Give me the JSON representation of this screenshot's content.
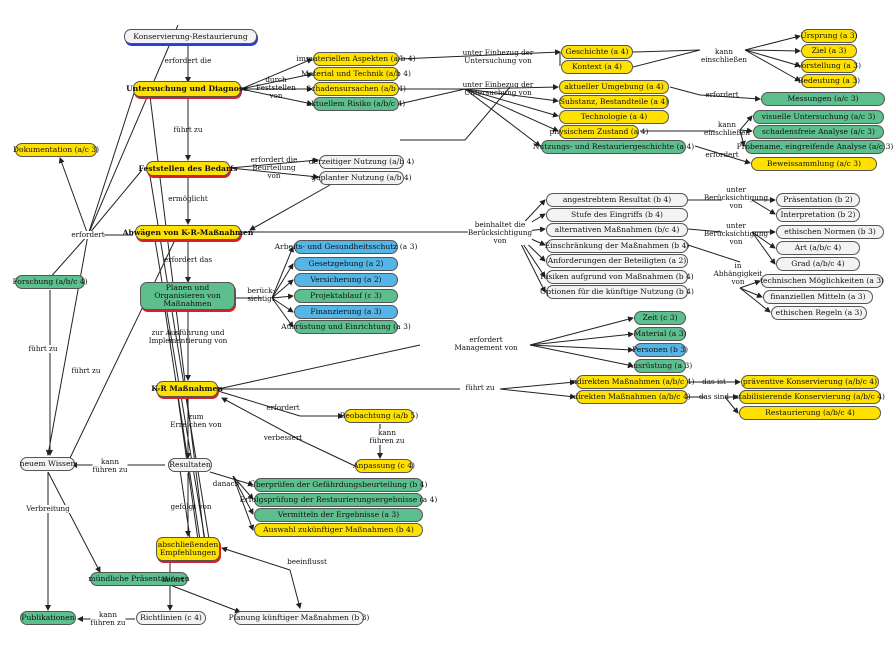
{
  "nodes": {
    "konservierung": "Konservierung-Restaurierung",
    "untersuchung": "Untersuchung und Diagnose",
    "feststellen_bedarf": "Feststellen des Bedarfs",
    "abwaegen": "Abwägen von K-R-Maßnahmen",
    "planen": "Planen und Organisieren von Maßnahmen",
    "kr_massnahmen": "K-R Maßnahmen",
    "resultaten": "Resultaten",
    "empfehlungen": "abschließenden Empfehlungen",
    "richtlinien": "Richtlinien (c 4)",
    "planung_kuenftig": "Planung künftiger Maßnahmen (b 3)",
    "dokumentation": "Dokumentation (a/c 3)",
    "forschung": "Forschung (a/b/c 4)",
    "neuem_wissen": "neuem Wissen",
    "publikationen": "Publikationen",
    "muendliche": "mündliche Präsentationen",
    "immateriellen": "immateriellen Aspekten (a/b 4)",
    "material_technik": "Material und Technik (a/b 4)",
    "schadensursachen": "Schadensursachen (a/b 4)",
    "aktuellem_risiko": "aktuellem Risiko (a/b/c 4)",
    "geschichte": "Geschichte (a 4)",
    "kontext": "Kontext (a 4)",
    "ursprung": "Ursprung (a 3)",
    "ziel": "Ziel (a 3)",
    "vorstellung": "Vorstellung (a 3)",
    "bedeutung": "Bedeutung (a 3)",
    "aktueller_umgebung": "aktueller Umgebung (a 4)",
    "substanz": "Substanz, Bestandteile (a 4)",
    "technologie": "Technologie (a 4)",
    "physischem_zustand": "physischem Zustand (a 4)",
    "nutzungsgeschichte": "Nutzungs- und Restauriergeschichte (a 4)",
    "messungen": "Messungen (a/c 3)",
    "visuelle": "visuelle Untersuchung (a/c 3)",
    "schadensfreie": "schadensfreie Analyse (a/c 3)",
    "probename": "Probename, eingreifende Analyse (a/c 3)",
    "beweissammlung": "Beweissammlung (a/c 3)",
    "derzeitiger_nutzung": "derzeitiger Nutzung (a/b 4)",
    "geplanter_nutzung": "geplanter Nutzung (a/b 4)",
    "resultat": "angestrebtem Resultat (b 4)",
    "stufe_eingriffs": "Stufe des Eingriffs (b 4)",
    "alternativen": "alternativen Maßnahmen (b/c 4)",
    "einschraenkung": "Einschränkung der Maßnahmen (b 4)",
    "anforderungen": "Anforderungen der Beteiligten (a 2)",
    "risiken": "Risiken aufgrund von Maßnahmen (b 4)",
    "optionen": "Optionen für die künftige Nutzung (b 4)",
    "praesentation": "Präsentation (b 2)",
    "interpretation": "Interpretation (b 2)",
    "ethischen_normen": "ethischen Normen (b 3)",
    "art": "Art (a/b/c 4)",
    "grad": "Grad (a/b/c 4)",
    "technischen_moeglichkeiten": "technischen Möglichkeiten (a 3)",
    "finanziellen_mitteln": "finanziellen Mitteln (a 3)",
    "ethischen_regeln": "ethischen Regeln (a 3)",
    "arbeitsschutz": "Arbeits- und Gesundheitsschutz (a 3)",
    "gesetzgebung": "Gesetzgebung (a 2)",
    "versicherung": "Versicherung (a 2)",
    "projektablauf": "Projektablauf (c 3)",
    "finanzierung": "Finanzierung (a 3)",
    "ausruestung_einrichtung": "Ausrüstung und Einrichtung (a 3)",
    "zeit": "Zeit (c 3)",
    "material": "Material (a 3)",
    "personen": "Personen (b 3)",
    "ausruestung": "Ausrüstung (a 3)",
    "indirekten": "indirekten Maßnahmen (a/b/c 4)",
    "direkten": "direkten Maßnahmen (a/b/c 4)",
    "praeventive": "präventive Konservierung (a/b/c 4)",
    "stabilisierende": "stabilisierende Konservierung (a/b/c 4)",
    "restaurierung": "Restaurierung (a/b/c 4)",
    "beobachtung": "Beobachtung (a/b 5)",
    "anpassung": "Anpassung (c 4)",
    "ueberpruefen": "Überprüfen der Gefährdungsbeurteilung (b 4)",
    "erfolgspruefung": "Erfolgsprüfung der Restaurierungsergebnisse (a 4)",
    "vermitteln": "Vermitteln der Ergebnisse (a 3)",
    "auswahl": "Auswahl zukünftiger Maßnahmen (b 4)"
  },
  "labels": {
    "erfordert_die": "erfordert die",
    "durch_feststellen_von": "durch\nFeststellen\nvon",
    "unter_einbezug_1": "unter Einbezug der\nUntersuchung von",
    "unter_einbezug_2": "unter Einbezug der\nUntersuchung von",
    "kann_einschliessen_1": "kann\neinschließen",
    "kann_einschliessen_2": "kann\neinschließen",
    "erfordert_messungen": "erfordert",
    "erfordert_beweis": "erfordert",
    "fuehrt_zu_1": "führt zu",
    "erfordert_beurteilung": "erfordert die\nBeurteilung\nvon",
    "ermoeglicht": "ermöglicht",
    "erfordert_links": "erfordert",
    "beinhaltet": "beinhaltet die\nBerücksichtigung\nvon",
    "unter_beruecksichtigung_1": "unter\nBerücksichtigung\nvon",
    "unter_beruecksichtigung_2": "unter\nBerücksichtigung\nvon",
    "in_abhaengigkeit": "in\nAbhängigkeit\nvon",
    "erfordert_das": "erfordert das",
    "beruecksichtigt": "berück-\nsichtigt",
    "zur_ausfuehrung": "zur Ausführung und\nImplementierung von",
    "erfordert_management": "erfordert\nManagement von",
    "fuehrt_zu_2": "führt zu",
    "das_ist": "das ist",
    "das_sind": "das sind",
    "erfordert_beobachtung": "erfordert",
    "verbessert": "verbessert",
    "kann_fuehren_zu_1": "kann\nführen zu",
    "zum_erreichen": "zum\nErreichen von",
    "danach": "danach",
    "gefolgt_von": "gefolgt von",
    "beeinflusst": "beeinflusst",
    "liefert": "liefert",
    "kann_fuehren_zu_2": "kann\nführen zu",
    "kann_fuehren_zu_3": "kann\nführen zu",
    "fuehrt_zu_forschung": "führt zu",
    "fuehrt_zu_doku": "führt zu",
    "verbreitung": "Verbreitung"
  }
}
